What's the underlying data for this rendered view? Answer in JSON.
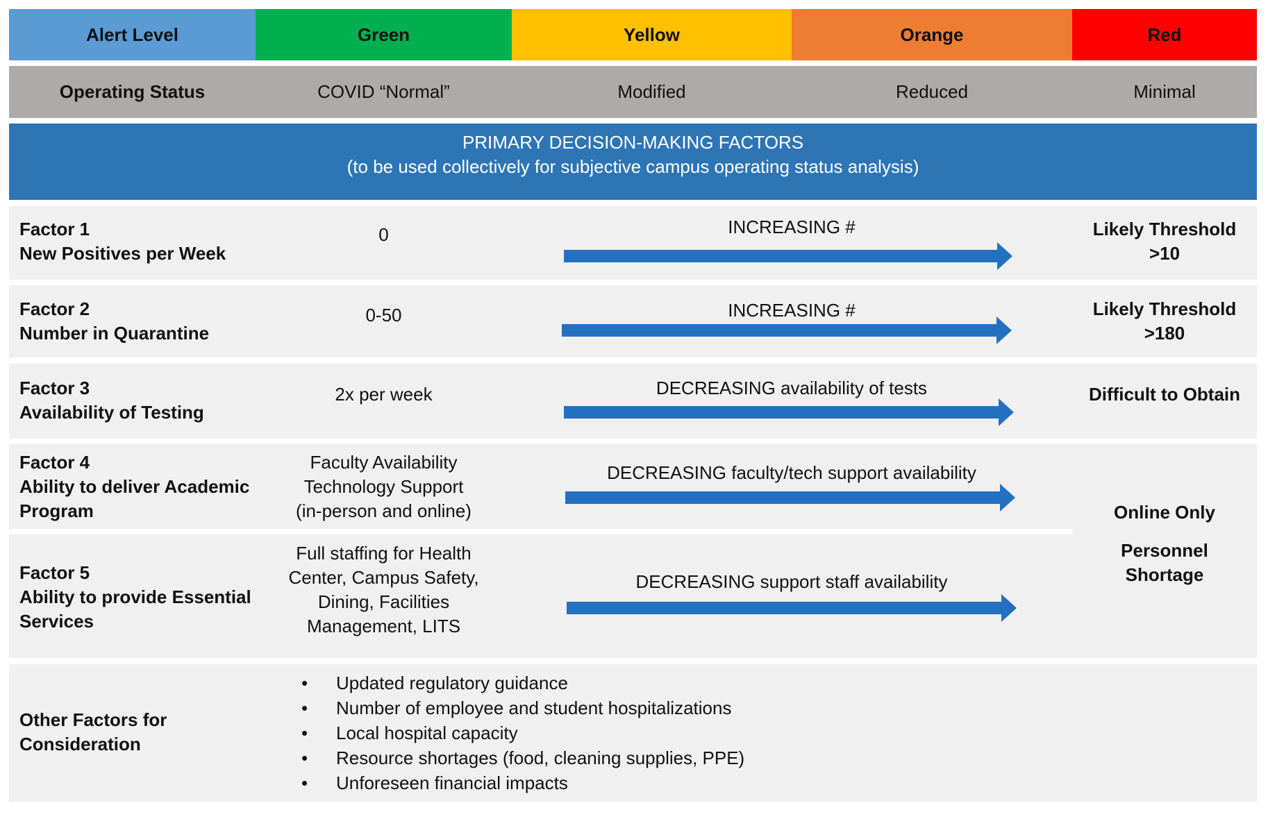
{
  "alert_row": {
    "label": "Alert Level",
    "levels": [
      "Green",
      "Yellow",
      "Orange",
      "Red"
    ],
    "colors": [
      "#5b9bd5",
      "#00b050",
      "#ffc000",
      "#ed7d31",
      "#ff0000"
    ]
  },
  "status_row": {
    "label": "Operating Status",
    "values": [
      "COVID “Normal”",
      "Modified",
      "Reduced",
      "Minimal"
    ],
    "color": "#aeaaaa"
  },
  "banner": {
    "title": "PRIMARY DECISION-MAKING FACTORS",
    "subtitle": "(to be used collectively for subjective campus operating status analysis)",
    "color": "#2e75b6"
  },
  "factors": [
    {
      "name": "Factor 1",
      "desc": "New Positives per Week",
      "baseline": [
        "0"
      ],
      "trend": "INCREASING #",
      "threshold": [
        "Likely Threshold",
        ">10"
      ]
    },
    {
      "name": "Factor 2",
      "desc": "Number in Quarantine",
      "baseline": [
        "0-50"
      ],
      "trend": "INCREASING #",
      "threshold": [
        "Likely Threshold",
        ">180"
      ]
    },
    {
      "name": "Factor 3",
      "desc": "Availability of Testing",
      "baseline": [
        "2x per week"
      ],
      "trend": "DECREASING availability of tests",
      "threshold": [
        "Difficult to Obtain"
      ]
    },
    {
      "name": "Factor 4",
      "desc": [
        "Ability to deliver Academic",
        "Program"
      ],
      "baseline": [
        "Faculty Availability",
        "Technology Support",
        "(in-person and online)"
      ],
      "trend": "DECREASING faculty/tech support availability"
    },
    {
      "name": "Factor 5",
      "desc": [
        "Ability to provide Essential",
        "Services"
      ],
      "baseline": [
        "Full staffing for Health",
        "Center, Campus Safety,",
        "Dining, Facilities",
        "Management, LITS"
      ],
      "trend": "DECREASING support staff availability"
    }
  ],
  "shared_threshold": {
    "line1": "Online Only",
    "line2": [
      "Personnel",
      "Shortage"
    ]
  },
  "other": {
    "label": [
      "Other Factors for",
      "Consideration"
    ],
    "items": [
      "Updated regulatory guidance",
      "Number of employee and student hospitalizations",
      "Local hospital capacity",
      "Resource shortages (food, cleaning supplies, PPE)",
      "Unforeseen financial impacts"
    ]
  },
  "arrow_color": "#2471c1"
}
